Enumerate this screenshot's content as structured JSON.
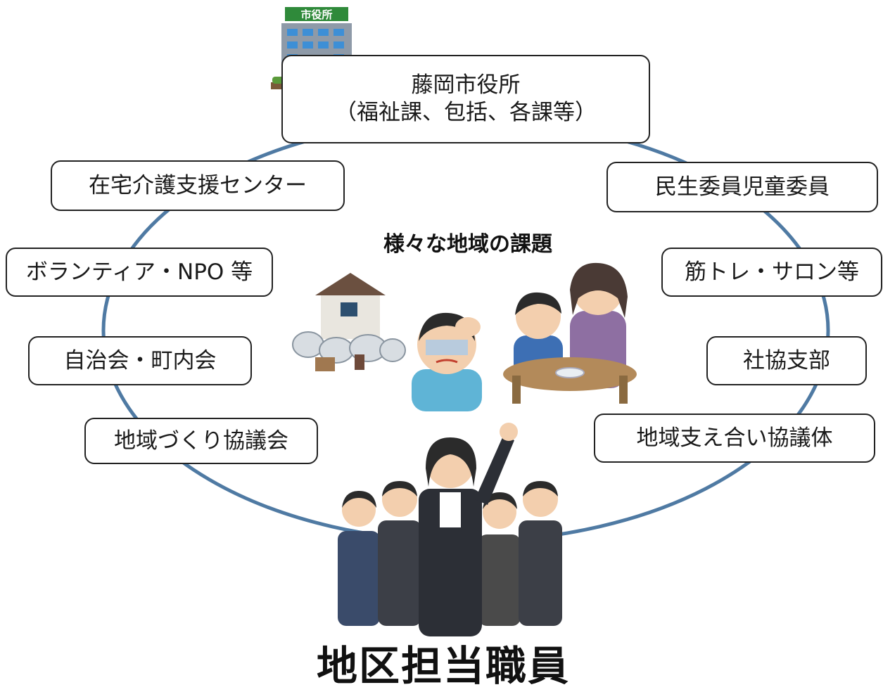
{
  "city_hall": {
    "sign": "市役所",
    "line1": "藤岡市役所",
    "line2": "（福祉課、包括、各課等）"
  },
  "nodes": {
    "zaitaku": "在宅介護支援センター",
    "volunteer": "ボランティア・NPO 等",
    "jichikai": "自治会・町内会",
    "chiiki_kyogikai": "地域づくり協議会",
    "minsei": "民生委員児童委員",
    "kintore": "筋トレ・サロン等",
    "shakyo": "社協支部",
    "sasaeai": "地域支え合い協議体"
  },
  "center_heading": "様々な地域の課題",
  "bottom_title": "地区担当職員",
  "colors": {
    "ring": "#4f7aa3",
    "box_border": "#222222",
    "building": "#3d8fd6",
    "sign_green": "#2f8a3a"
  }
}
